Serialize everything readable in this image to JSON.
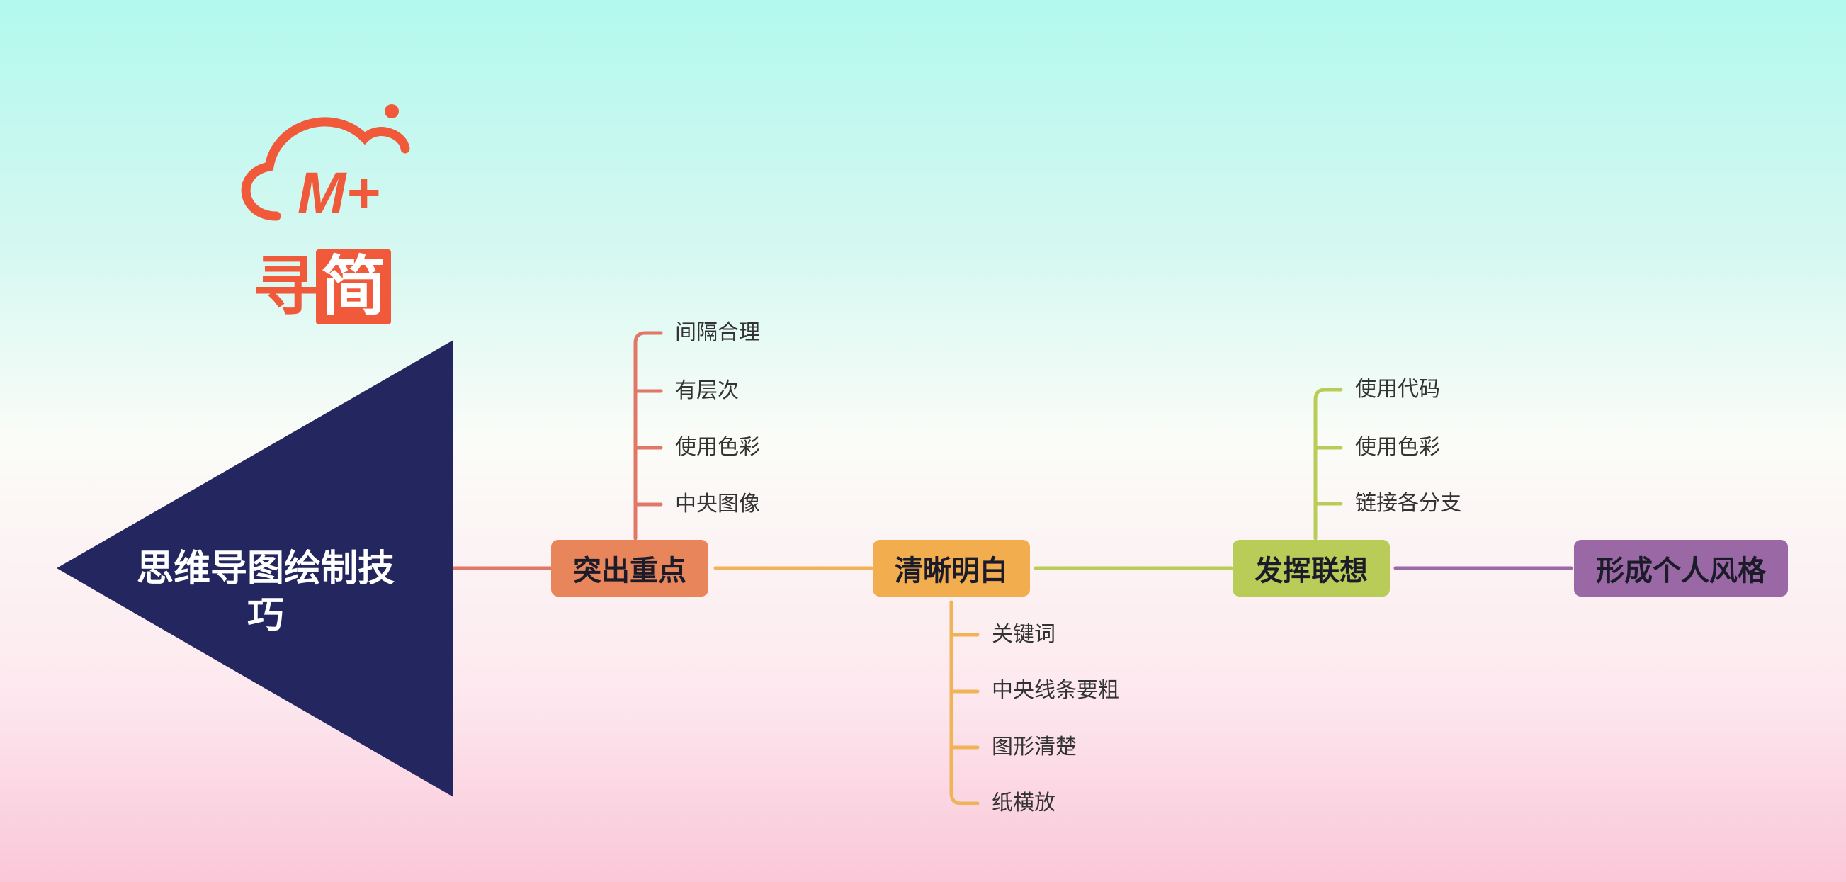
{
  "logo": {
    "mark": "M+",
    "char1": "寻",
    "char2": "简",
    "color": "#f05a3a"
  },
  "root": {
    "label": "思维导图绘制技巧",
    "color": "#23265f"
  },
  "branches": [
    {
      "label": "突出重点",
      "color": "#e8855b",
      "line_color": "#e07868",
      "children": [
        "间隔合理",
        "有层次",
        "使用色彩",
        "中央图像"
      ]
    },
    {
      "label": "清晰明白",
      "color": "#f2ad4f",
      "line_color": "#f0b35a",
      "children": [
        "关键词",
        "中央线条要粗",
        "图形清楚",
        "纸横放"
      ]
    },
    {
      "label": "发挥联想",
      "color": "#b9cc57",
      "line_color": "#b9cc57",
      "children": [
        "使用代码",
        "使用色彩",
        "链接各分支"
      ]
    },
    {
      "label": "形成个人风格",
      "color": "#9b68a6",
      "line_color": "#9a6aa6",
      "children": []
    }
  ]
}
